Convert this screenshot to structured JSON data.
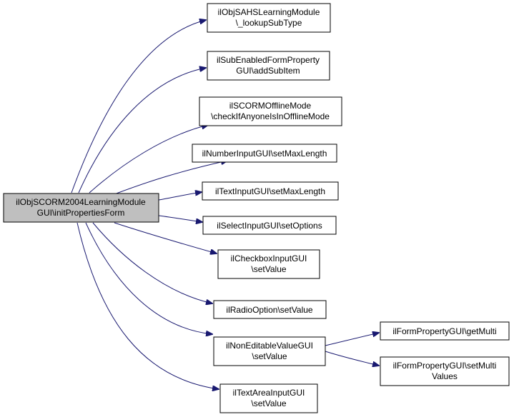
{
  "root": {
    "line1": "ilObjSCORM2004LearningModule",
    "line2": "GUI\\initPropertiesForm"
  },
  "callees": [
    {
      "id": "lookup-sub-type",
      "line1": "ilObjSAHSLearningModule",
      "line2": "\\_lookupSubType"
    },
    {
      "id": "add-sub-item",
      "line1": "ilSubEnabledFormProperty",
      "line2": "GUI\\addSubItem"
    },
    {
      "id": "check-offline-mode",
      "line1": "ilSCORMOfflineMode",
      "line2": "\\checkIfAnyoneIsInOfflineMode"
    },
    {
      "id": "number-set-max-length",
      "line1": "ilNumberInputGUI\\setMaxLength",
      "line2": ""
    },
    {
      "id": "text-set-max-length",
      "line1": "ilTextInputGUI\\setMaxLength",
      "line2": ""
    },
    {
      "id": "select-set-options",
      "line1": "ilSelectInputGUI\\setOptions",
      "line2": ""
    },
    {
      "id": "checkbox-set-value",
      "line1": "ilCheckboxInputGUI",
      "line2": "\\setValue"
    },
    {
      "id": "radio-set-value",
      "line1": "ilRadioOption\\setValue",
      "line2": ""
    },
    {
      "id": "noneditable-set-value",
      "line1": "ilNonEditableValueGUI",
      "line2": "\\setValue"
    },
    {
      "id": "textarea-set-value",
      "line1": "ilTextAreaInputGUI",
      "line2": "\\setValue"
    }
  ],
  "subcallees": [
    {
      "id": "get-multi",
      "line1": "ilFormPropertyGUI\\getMulti",
      "line2": ""
    },
    {
      "id": "set-multi-values",
      "line1": "ilFormPropertyGUI\\setMulti",
      "line2": "Values"
    }
  ],
  "colors": {
    "edge": "#191970",
    "root_fill": "#bfbfbf",
    "node_fill": "#ffffff",
    "border": "#000000"
  }
}
